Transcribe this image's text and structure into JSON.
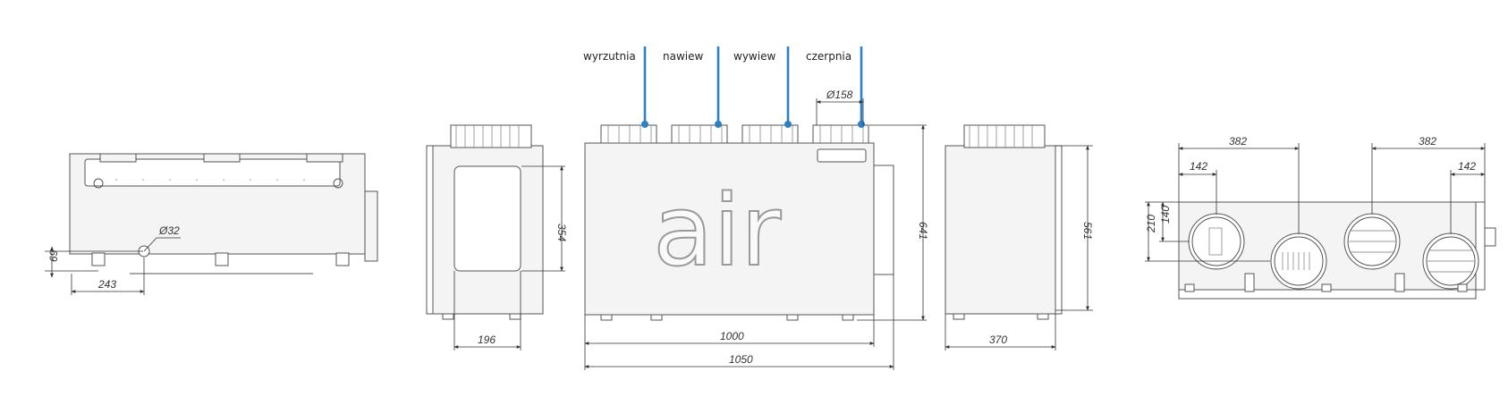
{
  "labels": {
    "wyrzutnia": "wyrzutnia",
    "nawiew": "nawiew",
    "wywiew": "wywiew",
    "czerpnia": "czerpnia"
  },
  "logo_text": "air",
  "dimensions": {
    "d32": "Ø32",
    "v69": "69",
    "v243": "243",
    "v354": "354",
    "v196": "196",
    "d158": "Ø158",
    "v1000": "1000",
    "v1050": "1050",
    "v641": "641",
    "v561": "561",
    "v370": "370",
    "v382a": "382",
    "v382b": "382",
    "v142a": "142",
    "v142b": "142",
    "v140": "140",
    "v210": "210"
  },
  "colors": {
    "pipe": "#2f7fc1",
    "line": "#555555"
  }
}
